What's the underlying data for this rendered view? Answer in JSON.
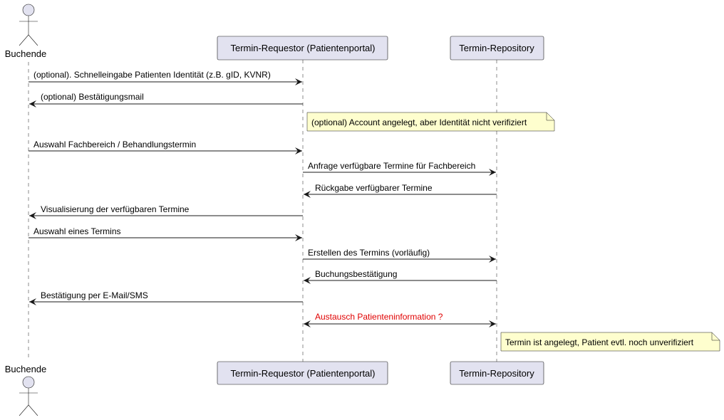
{
  "participants": [
    {
      "id": "buchende",
      "type": "actor",
      "label": "Buchende"
    },
    {
      "id": "requestor",
      "type": "participant",
      "label": "Termin-Requestor (Patientenportal)"
    },
    {
      "id": "repository",
      "type": "participant",
      "label": "Termin-Repository"
    }
  ],
  "messages": [
    {
      "from": "buchende",
      "to": "requestor",
      "text": "(optional). Schnelleingabe Patienten Identität (z.B. gID, KVNR)"
    },
    {
      "from": "requestor",
      "to": "buchende",
      "text": "(optional) Bestätigungsmail"
    },
    {
      "from": "buchende",
      "to": "requestor",
      "text": "Auswahl Fachbereich / Behandlungstermin"
    },
    {
      "from": "requestor",
      "to": "repository",
      "text": "Anfrage verfügbare Termine für Fachbereich"
    },
    {
      "from": "repository",
      "to": "requestor",
      "text": "Rückgabe verfügbarer Termine"
    },
    {
      "from": "requestor",
      "to": "buchende",
      "text": "Visualisierung der verfügbaren Termine"
    },
    {
      "from": "buchende",
      "to": "requestor",
      "text": "Auswahl eines Termins"
    },
    {
      "from": "requestor",
      "to": "repository",
      "text": "Erstellen des Termins (vorläufig)"
    },
    {
      "from": "repository",
      "to": "requestor",
      "text": "Buchungsbestätigung"
    },
    {
      "from": "requestor",
      "to": "buchende",
      "text": "Bestätigung per E-Mail/SMS"
    },
    {
      "from": "requestor",
      "to": "repository",
      "text": "Austausch Patienteninformation ?",
      "bidirectional": true,
      "color": "#e00000"
    }
  ],
  "notes": [
    {
      "text": "(optional) Account angelegt, aber Identität nicht verifiziert"
    },
    {
      "text": "Termin ist angelegt, Patient evtl. noch unverifiziert"
    }
  ],
  "colors": {
    "participant_fill": "#e2e2f0",
    "participant_border": "#181818",
    "note_fill": "#fefece",
    "line": "#181818",
    "lifeline": "#181818",
    "highlight": "#e00000"
  }
}
